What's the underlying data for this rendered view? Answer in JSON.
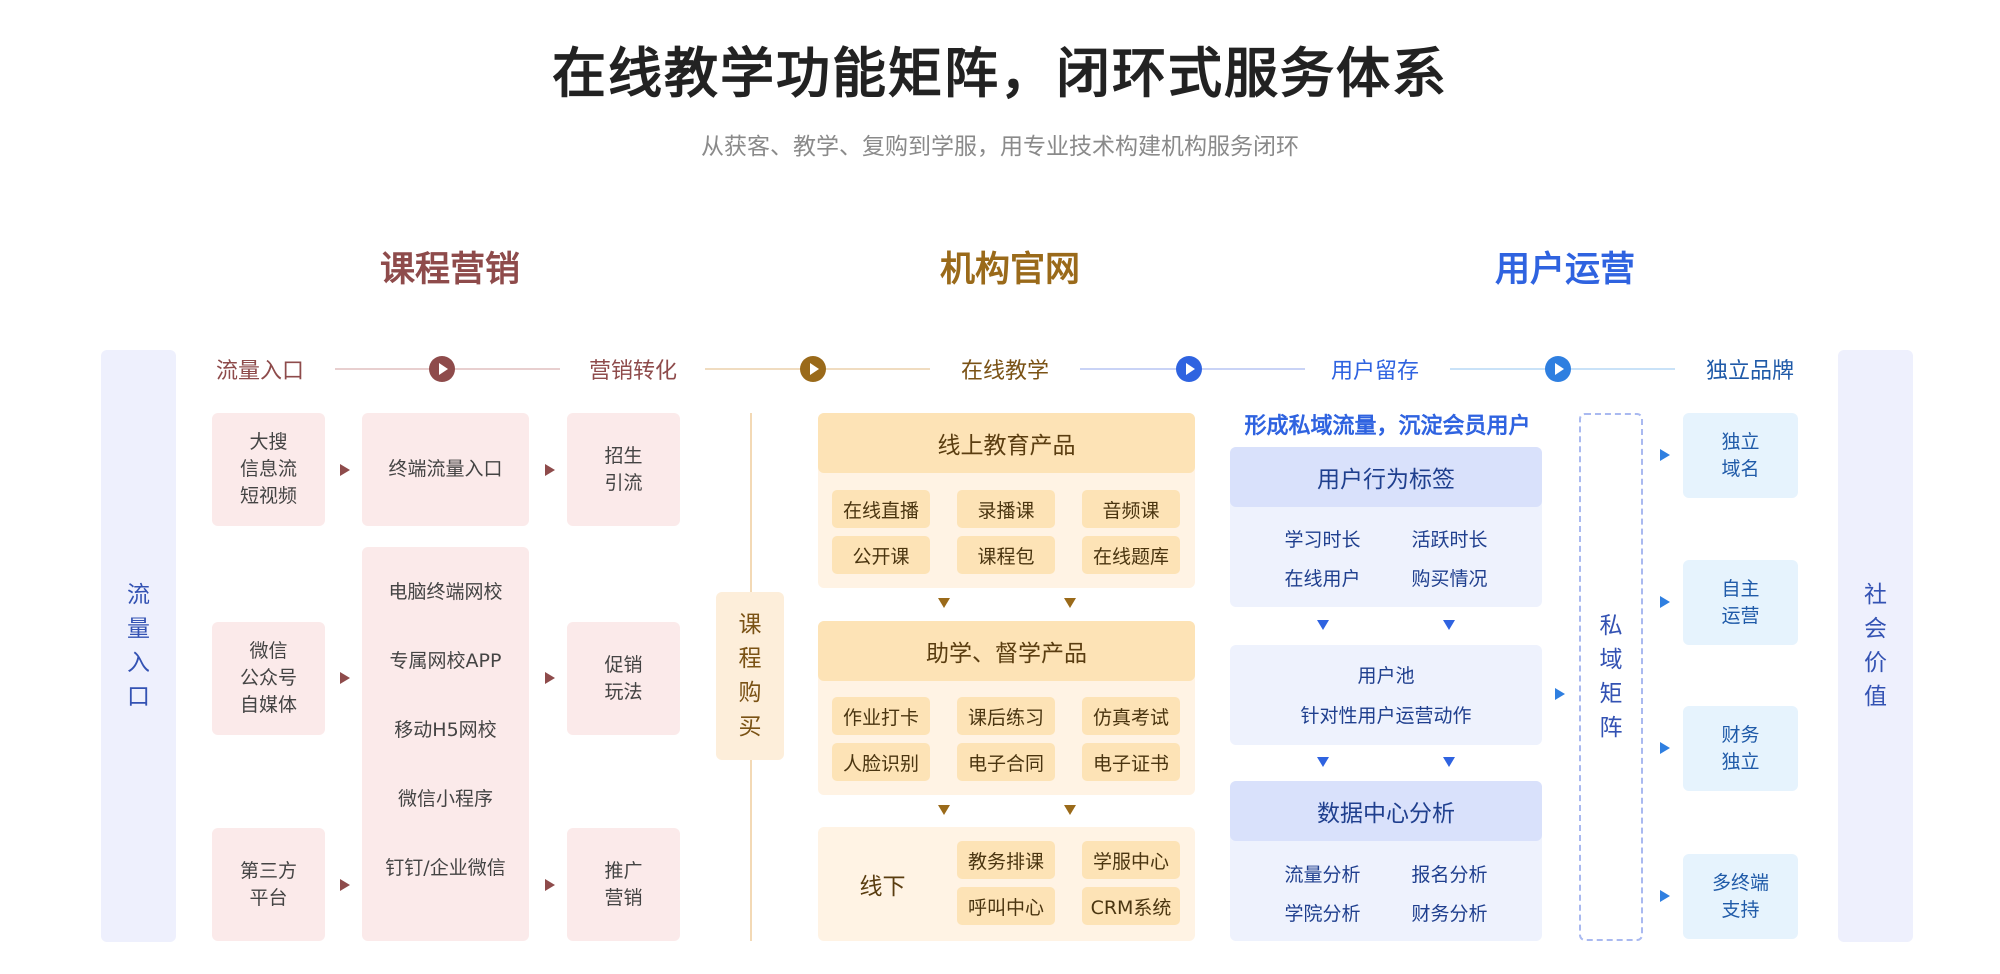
{
  "title": "在线教学功能矩阵，闭环式服务体系",
  "subtitle": "从获客、教学、复购到学服，用专业技术构建机构服务闭环",
  "sections": {
    "marketing": "课程营销",
    "website": "机构官网",
    "operations": "用户运营"
  },
  "stages": [
    "流量入口",
    "营销转化",
    "在线教学",
    "用户留存",
    "独立品牌"
  ],
  "left_side": "流\n量\n入\n口",
  "right_side": "社\n会\n价\n值",
  "sources": [
    "大搜\n信息流\n短视频",
    "微信\n公众号\n自媒体",
    "第三方\n平台"
  ],
  "entries": {
    "top": "终端流量入口",
    "list": [
      "电脑终端网校",
      "专属网校APP",
      "移动H5网校",
      "微信小程序",
      "钉钉/企业微信"
    ]
  },
  "conversions": [
    "招生\n引流",
    "促销\n玩法",
    "推广\n营销"
  ],
  "purchase": "课\n程\n购\n买",
  "teaching": {
    "online_title": "线上教育产品",
    "online_items": [
      "在线直播",
      "录播课",
      "音频课",
      "公开课",
      "课程包",
      "在线题库"
    ],
    "assist_title": "助学、督学产品",
    "assist_items": [
      "作业打卡",
      "课后练习",
      "仿真考试",
      "人脸识别",
      "电子合同",
      "电子证书"
    ],
    "offline_title": "线下",
    "offline_items": [
      "教务排课",
      "学服中心",
      "呼叫中心",
      "CRM系统"
    ]
  },
  "retention": {
    "heading": "形成私域流量，沉淀会员用户",
    "tags_title": "用户行为标签",
    "tags_items": [
      "学习时长",
      "活跃时长",
      "在线用户",
      "购买情况"
    ],
    "pool_title": "用户池",
    "pool_desc": "针对性用户运营动作",
    "data_title": "数据中心分析",
    "data_items": [
      "流量分析",
      "报名分析",
      "学院分析",
      "财务分析"
    ]
  },
  "private_matrix": "私\n域\n矩\n阵",
  "brand_items": [
    "独立\n域名",
    "自主\n运营",
    "财务\n独立",
    "多终端\n支持"
  ],
  "colors": {
    "marketing": "#8e4b4b",
    "website": "#9a6a1a",
    "operations": "#2f63e0",
    "brand": "#2f7fe0"
  }
}
